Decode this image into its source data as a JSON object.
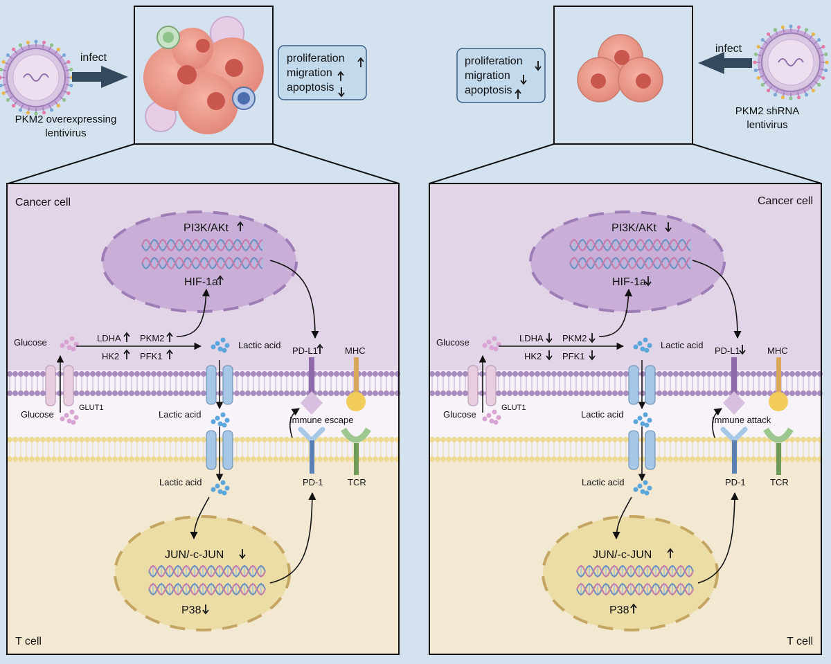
{
  "top": {
    "left": {
      "virus_label_line1": "PKM2 overexpressing",
      "virus_label_line2": "lentivirus",
      "infect": "infect",
      "effects": [
        "proliferation",
        "migration",
        "apoptosis"
      ],
      "effect_dirs": [
        "up",
        "up",
        "down"
      ]
    },
    "right": {
      "virus_label_line1": "PKM2 shRNA",
      "virus_label_line2": "lentivirus",
      "infect": "infect",
      "effects": [
        "proliferation",
        "migration",
        "apoptosis"
      ],
      "effect_dirs": [
        "down",
        "down",
        "up"
      ]
    }
  },
  "left_panel": {
    "cancer_cell": "Cancer cell",
    "t_cell": "T cell",
    "pi3k": "PI3K/AKt",
    "pi3k_dir": "up",
    "hif": "HIF-1a",
    "hif_dir": "up",
    "glucose_top": "Glucose",
    "glucose_bottom": "Glucose",
    "glut1": "GLUT1",
    "ldha": "LDHA",
    "ldha_dir": "up",
    "hk2": "HK2",
    "hk2_dir": "up",
    "pkm2": "PKM2",
    "pkm2_dir": "up",
    "pfk1": "PFK1",
    "pfk1_dir": "up",
    "lactic_top": "Lactic acid",
    "lactic_mid": "Lactic acid",
    "lactic_bottom": "Lactic acid",
    "pdl1": "PD-L1",
    "pdl1_dir": "up",
    "mhc": "MHC",
    "immune": "Immune escape",
    "pd1": "PD-1",
    "tcr": "TCR",
    "jun": "JUN/-c-JUN",
    "jun_dir": "down",
    "p38": "P38",
    "p38_dir": "down"
  },
  "right_panel": {
    "cancer_cell": "Cancer cell",
    "t_cell": "T cell",
    "pi3k": "PI3K/AKt",
    "pi3k_dir": "down",
    "hif": "HIF-1a",
    "hif_dir": "down",
    "glucose_top": "Glucose",
    "glucose_bottom": "Glucose",
    "glut1": "GLUT1",
    "ldha": "LDHA",
    "ldha_dir": "down",
    "hk2": "HK2",
    "hk2_dir": "down",
    "pkm2": "PKM2",
    "pkm2_dir": "down",
    "pfk1": "PFK1",
    "pfk1_dir": "down",
    "lactic_top": "Lactic acid",
    "lactic_mid": "Lactic acid",
    "lactic_bottom": "Lactic acid",
    "pdl1": "PD-L1",
    "pdl1_dir": "down",
    "mhc": "MHC",
    "immune": "Immune attack",
    "pd1": "PD-1",
    "tcr": "TCR",
    "jun": "JUN/-c-JUN",
    "jun_dir": "up",
    "p38": "P38",
    "p38_dir": "up"
  },
  "colors": {
    "background": "#d3e2ee",
    "cancer_zone": "#e3d5e8",
    "tcell_zone": "#f3e9d2",
    "membrane_purple": "#a88bbd",
    "membrane_yellow": "#efd990",
    "nucleus_purple": "#c9afd8",
    "nucleus_yellow": "#ecdca6",
    "cancer_cell": "#ee9a8a",
    "effect_box": "#c3d9ec",
    "arrow_block": "#34495e"
  }
}
